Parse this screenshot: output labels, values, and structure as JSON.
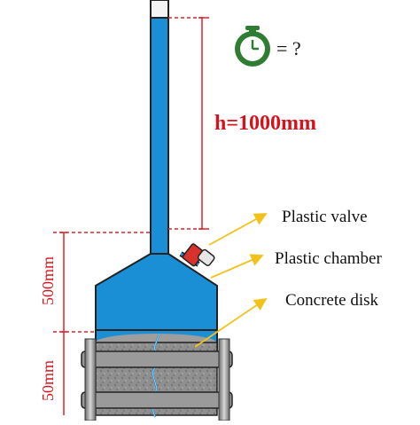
{
  "diagram": {
    "height_label": "h=1000mm",
    "timer_expression": "= ?",
    "dim_upper": "500mm",
    "dim_lower": "50mm",
    "callouts": {
      "valve": "Plastic valve",
      "chamber": "Plastic chamber",
      "disk": "Concrete disk"
    },
    "colors": {
      "water": "#1a8fd6",
      "dimension_line": "#e0212b",
      "height_text": "#d3141c",
      "timer": "#2e7d32",
      "arrow": "#f2c21b",
      "valve": "#d9312b",
      "concrete": "#8c8c8c",
      "flange": "#9a9a9a"
    },
    "icons": {
      "timer": "stopwatch-icon",
      "valve": "valve-icon"
    }
  }
}
